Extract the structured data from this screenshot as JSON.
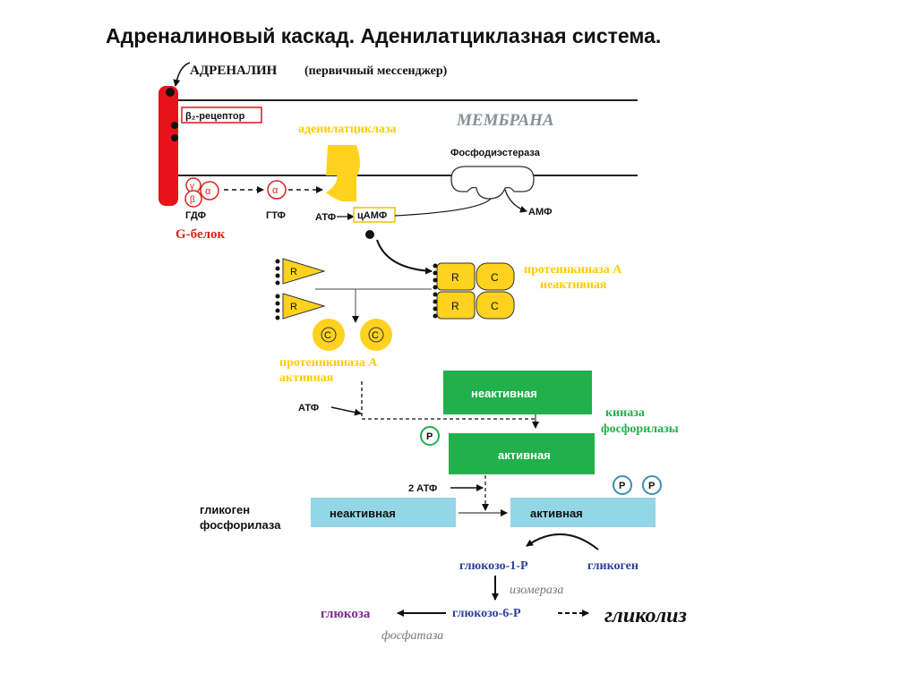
{
  "title": "Адреналиновый каскад. Аденилатциклазная система.",
  "adrenaline_label": "АДРЕНАЛИН",
  "adrenaline_note": "(первичный мессенджер)",
  "receptor_label": "β₂-рецептор",
  "membrane_label": "МЕМБРАНА",
  "adenylate_cyclase_label": "аденилатциклаза",
  "phosphodiesterase_label": "Фосфодиэстераза",
  "g_protein": {
    "label": "G-белок",
    "gamma": "γ",
    "beta": "β",
    "alpha": "α",
    "gdp": "ГДФ",
    "gtp": "ГТФ"
  },
  "atp_label": "АТФ",
  "camp_label": "цАМФ",
  "amp_label": "АМФ",
  "pka": {
    "r": "R",
    "c": "C",
    "inactive_line1": "протеинкиназа А",
    "inactive_line2": "неактивная",
    "active_line1": "протеинкиназа А",
    "active_line2": "активная"
  },
  "atp_label_2": "АТФ",
  "phosphorylase_kinase": {
    "inactive": "неактивная",
    "active": "активная",
    "label_line1": "киназа",
    "label_line2": "фосфорилазы"
  },
  "p_label": "P",
  "two_atp_label": "2 АТФ",
  "glycogen_phosphorylase": {
    "label_line1": "гликоген",
    "label_line2": "фосфорилаза",
    "inactive": "неактивная",
    "active": "активная"
  },
  "glycogen_label": "гликоген",
  "glucose1p_label": "глюкозо-1-Р",
  "isomerase_label": "изомераза",
  "glucose6p_label": "глюкозо-6-Р",
  "glucose_label": "глюкоза",
  "phosphatase_label": "фосфатаза",
  "glycolysis_label": "гликолиз",
  "colors": {
    "receptor": "#e8121b",
    "yellow": "#ffd21f",
    "yellow_text": "#ffcc00",
    "red_text": "#d9251d",
    "green": "#21b04b",
    "light_blue": "#93d6e6",
    "blue_text": "#2e3f9c",
    "purple": "#7a2f8c"
  }
}
